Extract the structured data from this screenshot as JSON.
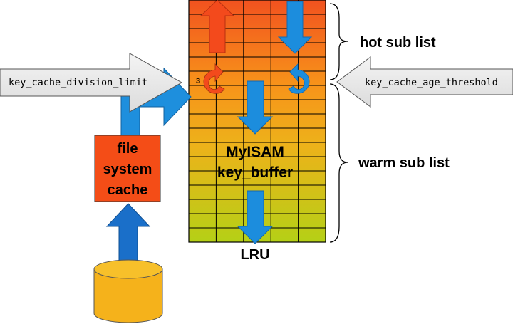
{
  "labels": {
    "hot_sub_list": "hot sub list",
    "warm_sub_list": "warm sub list",
    "key_cache_division_limit": "key_cache_division_limit",
    "key_cache_age_threshold": "key_cache_age_threshold",
    "file_system_cache_line1": "file",
    "file_system_cache_line2": "system",
    "file_system_cache_line3": "cache",
    "buffer_line1": "MyISAM",
    "buffer_line2": "key_buffer",
    "lru": "LRU",
    "marker": "3"
  },
  "colors": {
    "hot": "#f2551e",
    "mid": "#f6a11a",
    "warm": "#b7cf14",
    "arrow_blue": "#1a88d8",
    "arrow_red": "#f24a1a",
    "cache_box": "#f44d17",
    "disk": "#f5b31b",
    "grey_arrow": "#e8e8e8"
  },
  "icons": {
    "disk": "disk-cylinder-icon",
    "return_hot": "curved-arrow-icon",
    "return_warm": "curved-arrow-icon"
  }
}
